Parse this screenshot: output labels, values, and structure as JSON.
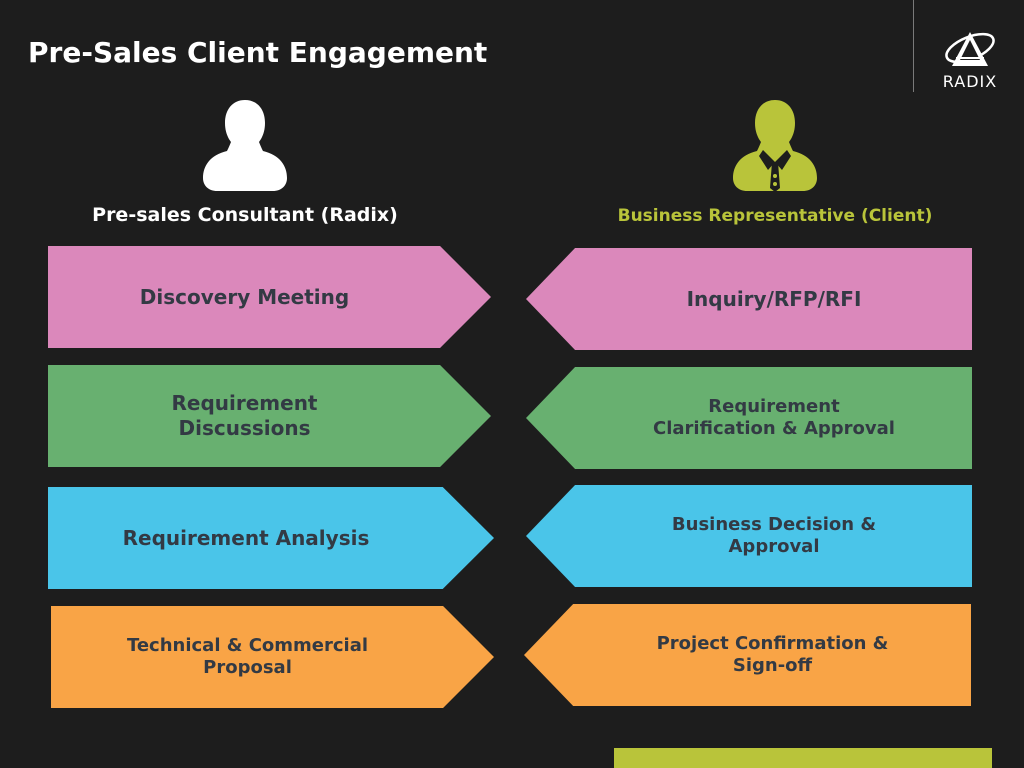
{
  "title": "Pre-Sales Client Engagement",
  "logo": {
    "text": "RADIX"
  },
  "roles": {
    "left": "Pre-sales Consultant (Radix)",
    "right": "Business Representative (Client)"
  },
  "colors": {
    "pink": "#db88bb",
    "green": "#68b070",
    "blue": "#4ac5e9",
    "orange": "#f9a446",
    "accent": "#b9c43a",
    "background": "#1d1d1d"
  },
  "left_steps": [
    "Discovery Meeting",
    "Requirement\nDiscussions",
    "Requirement Analysis",
    "Technical & Commercial\nProposal"
  ],
  "right_steps": [
    "Inquiry/RFP/RFI",
    "Requirement\nClarification & Approval",
    "Business Decision &\nApproval",
    "Project Confirmation &\nSign-off"
  ]
}
